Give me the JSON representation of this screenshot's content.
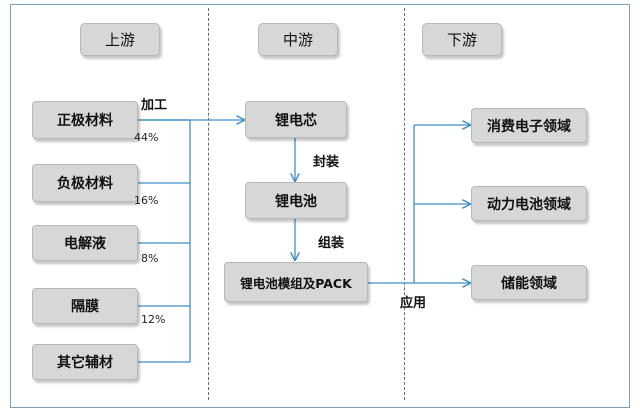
{
  "headers": {
    "upstream": "上游",
    "midstream": "中游",
    "downstream": "下游"
  },
  "upstream_items": [
    {
      "label": "正极材料",
      "share": "44%"
    },
    {
      "label": "负极材料",
      "share": "16%"
    },
    {
      "label": "电解液",
      "share": "8%"
    },
    {
      "label": "隔膜",
      "share": "12%"
    },
    {
      "label": "其它辅材",
      "share": ""
    }
  ],
  "midstream_items": [
    "锂电芯",
    "锂电池",
    "锂电池模组及PACK"
  ],
  "downstream_items": [
    "消费电子领域",
    "动力电池领域",
    "储能领域"
  ],
  "edge_labels": {
    "process": "加工",
    "encapsulate": "封装",
    "assemble": "组装",
    "apply": "应用"
  },
  "colors": {
    "line": "#3f8fc6",
    "box_fill": "#d7d7d7",
    "divider": "#6a6a6a"
  }
}
